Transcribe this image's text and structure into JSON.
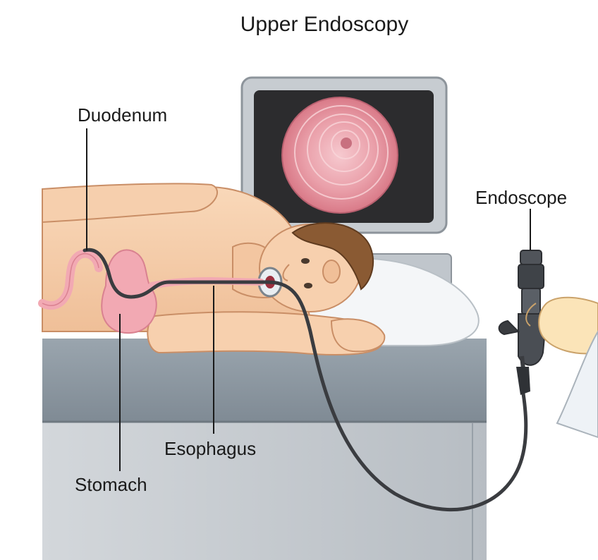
{
  "title": "Upper Endoscopy",
  "labels": {
    "duodenum": "Duodenum",
    "endoscope": "Endoscope",
    "esophagus": "Esophagus",
    "stomach": "Stomach"
  },
  "colors": {
    "skin": "#f7d0ae",
    "skin_shadow": "#e7b08a",
    "hair": "#8a5a33",
    "organ": "#f2a9b3",
    "organ_outline": "#d98190",
    "scope_tube": "#3a3c40",
    "table_top": "#8f9aa3",
    "table_body": "#c8cdd2",
    "monitor_frame": "#c7ccd1",
    "monitor_screen": "#2c2c2e",
    "lumen": "#e79aa3",
    "pillow": "#f4f6f8",
    "glove": "#fbe4b8"
  },
  "icons": {
    "monitor": "monitor-icon",
    "patient": "patient-figure",
    "endoscope": "endoscope-device"
  }
}
